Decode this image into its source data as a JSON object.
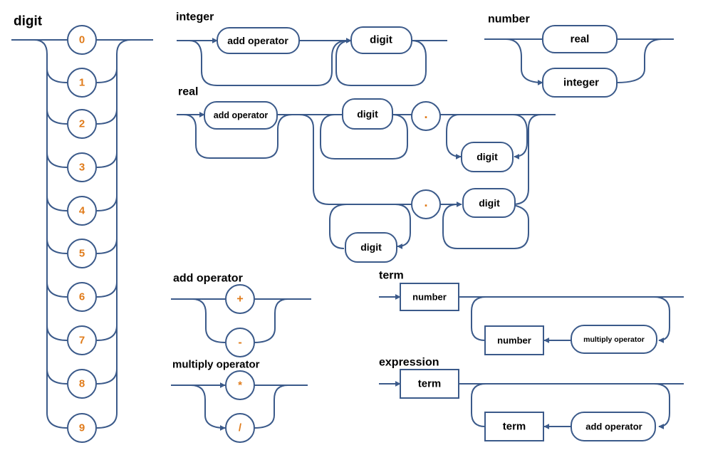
{
  "colors": {
    "line": "#3b5a8a",
    "literal": "#e07b1a",
    "text": "#000000"
  },
  "diagrams": {
    "digit": {
      "title": "digit",
      "values": [
        "0",
        "1",
        "2",
        "3",
        "4",
        "5",
        "6",
        "7",
        "8",
        "9"
      ]
    },
    "integer": {
      "title": "integer",
      "add_operator": "add operator",
      "digit": "digit"
    },
    "number": {
      "title": "number",
      "real": "real",
      "integer": "integer"
    },
    "real": {
      "title": "real",
      "add_operator": "add operator",
      "digit": "digit",
      "point": "."
    },
    "add_operator": {
      "title": "add operator",
      "plus": "+",
      "minus": "-"
    },
    "multiply_operator": {
      "title": "multiply operator",
      "times": "*",
      "divide": "/"
    },
    "term": {
      "title": "term",
      "number": "number",
      "multiply_operator": "multiply operator"
    },
    "expression": {
      "title": "expression",
      "term": "term",
      "add_operator": "add operator"
    }
  }
}
